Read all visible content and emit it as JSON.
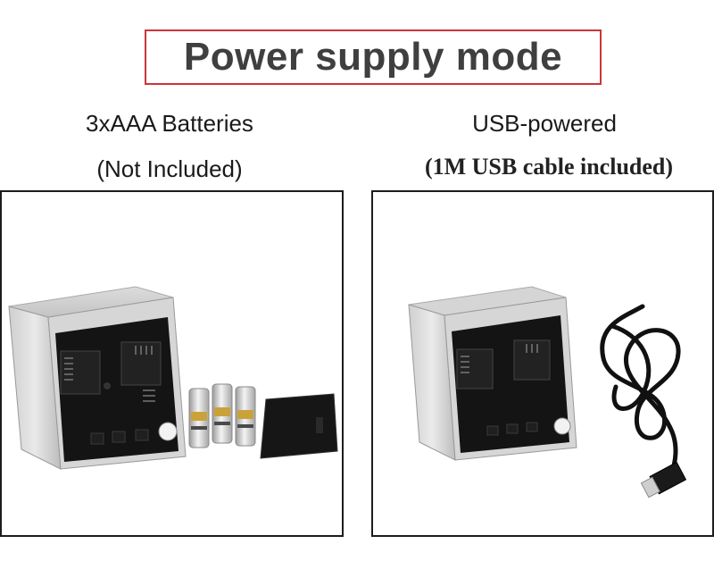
{
  "title": "Power supply mode",
  "left": {
    "line1": "3xAAA Batteries",
    "line2": "(Not Included)"
  },
  "right": {
    "line1": "USB-powered",
    "line2": "(1M USB cable included)"
  },
  "colors": {
    "title_border": "#c9363a",
    "title_text": "#3f3f3f",
    "panel_border": "#1c1c1c"
  }
}
